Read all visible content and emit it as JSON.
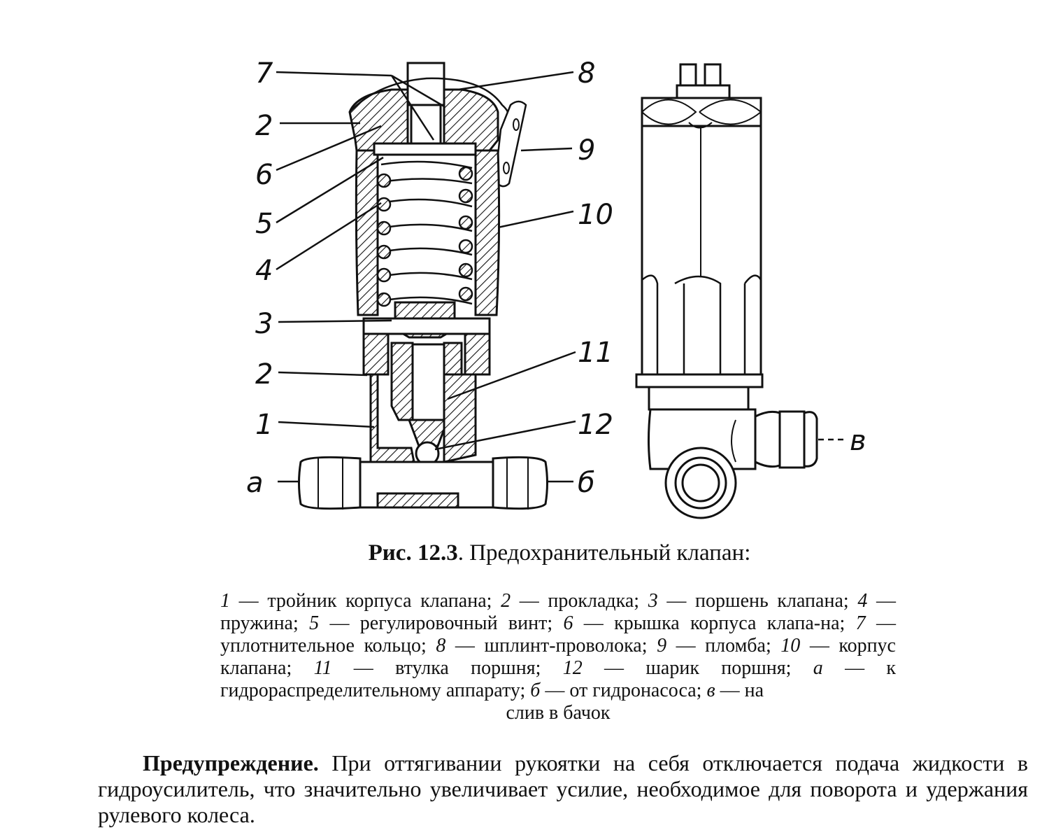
{
  "figure": {
    "callouts": {
      "n7": "7",
      "n8": "8",
      "n2_top": "2",
      "n9": "9",
      "n6": "6",
      "n10": "10",
      "n5": "5",
      "n4": "4",
      "n3": "3",
      "n11": "11",
      "n2_bottom": "2",
      "n1": "1",
      "n12": "12",
      "a": "а",
      "b": "б",
      "v": "в"
    }
  },
  "caption": {
    "number": "Рис. 12.3",
    "title": ". Предохранительный клапан:"
  },
  "legend": {
    "n1": "1",
    "t1": " — тройник корпуса клапана; ",
    "n2": "2",
    "t2": " — прокладка; ",
    "n3": "3",
    "t3": " — поршень клапана; ",
    "n4": "4",
    "t4": " — пружина; ",
    "n5": "5",
    "t5": " — регулировочный винт; ",
    "n6": "6",
    "t6": " — крышка корпуса клапа-на; ",
    "n7": "7",
    "t7": " — уплотнительное кольцо; ",
    "n8": "8",
    "t8": " — шплинт-проволока; ",
    "n9": "9",
    "t9": " — пломба; ",
    "n10": "10",
    "t10": " — корпус клапана; ",
    "n11": "11",
    "t11": " — втулка поршня; ",
    "n12": "12",
    "t12": " — шарик поршня; ",
    "na": "а",
    "ta": " — к гидрораспределительному аппарату; ",
    "nb": "б",
    "tb": " — от гидронасоса; ",
    "nv": "в",
    "tv": " — на",
    "last": "слив в бачок"
  },
  "warning": {
    "label": "Предупреждение.",
    "text": " При оттягивании рукоятки на себя отключается подача жидкости в гидроусилитель, что значительно увеличивает усилие, необходимое для поворота и удержания рулевого колеса."
  }
}
